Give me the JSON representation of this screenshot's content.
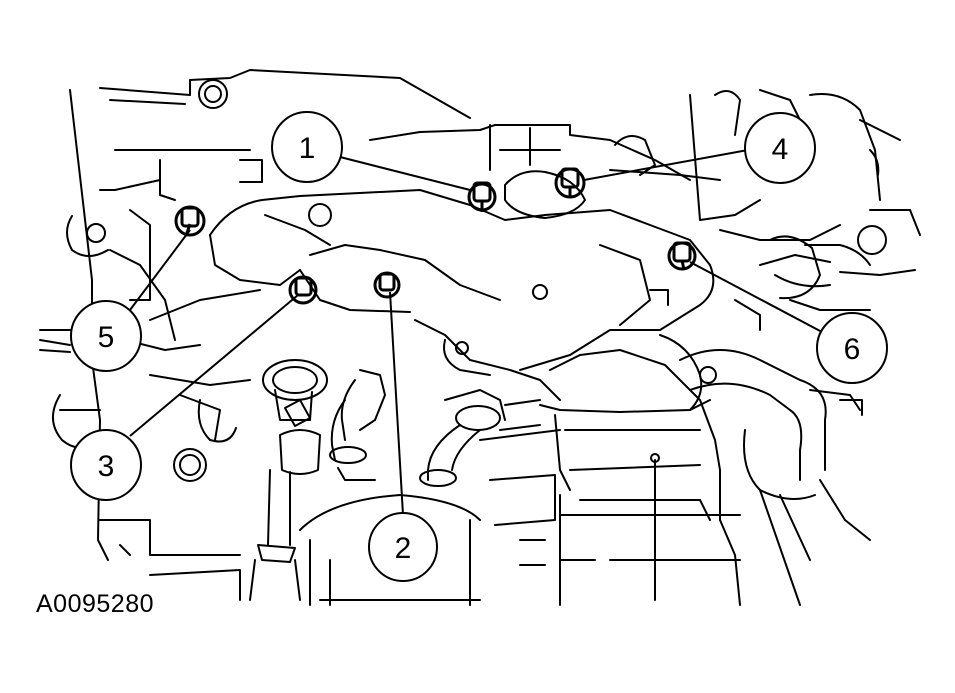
{
  "figure_id": "A0095280",
  "callouts": [
    {
      "key": "c1",
      "label": "1"
    },
    {
      "key": "c2",
      "label": "2"
    },
    {
      "key": "c3",
      "label": "3"
    },
    {
      "key": "c4",
      "label": "4"
    },
    {
      "key": "c5",
      "label": "5"
    },
    {
      "key": "c6",
      "label": "6"
    }
  ],
  "colors": {
    "ink": "#000000",
    "paper": "#ffffff"
  }
}
